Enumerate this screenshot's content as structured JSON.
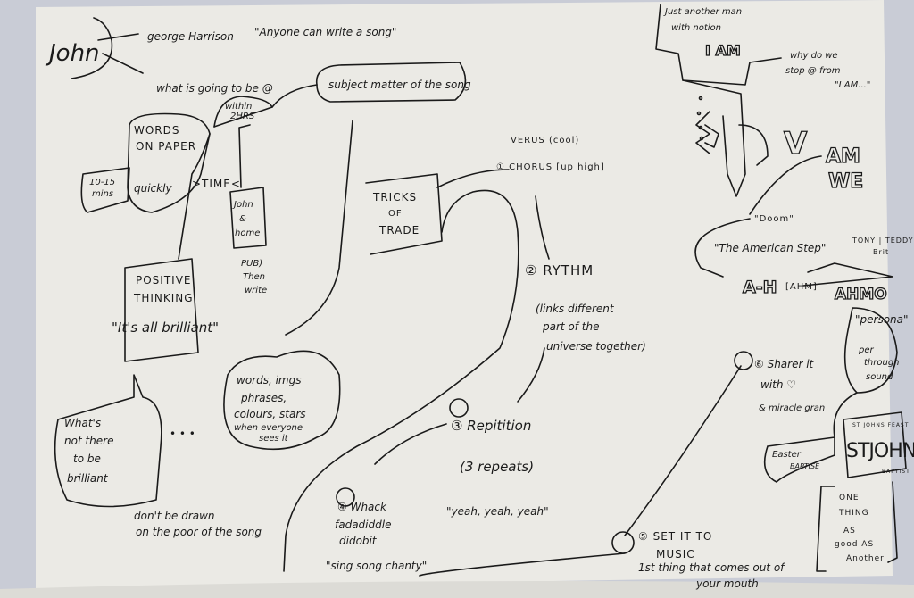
{
  "header": {
    "john": "John",
    "george": "george Harrison",
    "quote": "\"Anyone can write a song\"",
    "what_is": "what is going to be @",
    "subject": "subject matter of the song"
  },
  "words_on_paper": {
    "within": [
      "within",
      "2HRS"
    ],
    "title": [
      "WORDS",
      "ON PAPER"
    ],
    "quickly": "quickly",
    "mins": [
      "10-15",
      "mins"
    ],
    "time": ">TIME<",
    "john_home": [
      "John",
      "&",
      "home"
    ],
    "pub": [
      "PUB)",
      "Then",
      "write"
    ]
  },
  "positive": {
    "title": [
      "POSITIVE",
      "THINKING"
    ],
    "quote": "\"It's all brilliant\"",
    "bubble": [
      "What's",
      "not there",
      "to be",
      "brilliant"
    ],
    "dots": "•  •  •",
    "cloud": [
      "words, imgs",
      "phrases,",
      "colours, stars",
      "when everyone",
      "sees it"
    ],
    "dont": [
      "don't be drawn",
      "on the poor of the song"
    ]
  },
  "tricks": {
    "title": [
      "TRICKS",
      "OF",
      "TRADE"
    ],
    "verse": "VERUS (cool)",
    "chorus": "① CHORUS [up high]",
    "rythm": "② RYTHM",
    "links": [
      "(links different",
      "part of the",
      "universe together)"
    ],
    "repetition": "③ Repitition",
    "repeats": "(3 repeats)",
    "yeah": "\"yeah, yeah, yeah\"",
    "whack": [
      "④ Whack",
      "fadadiddle",
      "didobit"
    ],
    "singsong": "\"sing song chanty\"",
    "set_music": [
      "⑤ SET IT TO",
      "MUSIC"
    ],
    "first_thing": [
      "1st thing that comes out of",
      "your mouth"
    ],
    "share": [
      "⑥ Sharer it",
      "with ♡",
      "& miracle gran"
    ]
  },
  "right": {
    "just_another": [
      "Just another man",
      "with notion"
    ],
    "i_am": "I AM",
    "why": [
      "why do we",
      "stop @ from",
      "\"I AM...\""
    ],
    "v": "V",
    "am_we": [
      "AM",
      "WE"
    ],
    "doom": "\"Doom\"",
    "american": "\"The American Step\"",
    "tony": [
      "TONY | TEDDY",
      "Brit"
    ],
    "ah": "A-H",
    "ahm": "[AHM]",
    "ahmo": "AHMO",
    "persona": "\"persona\"",
    "per_through": [
      "per",
      "through",
      "sound"
    ],
    "feast": "ST JOHNS FEAST",
    "stjohn": "STJOHN",
    "baptist": "BAPTIST",
    "easter": [
      "Easter",
      "BAPTISE"
    ],
    "one_thing": [
      "ONE",
      "THING",
      "AS",
      "good AS",
      "Another"
    ]
  },
  "colors": {
    "paper": "#ebeae5",
    "ink": "#1a1a1a",
    "background": "#c9ccd6"
  }
}
